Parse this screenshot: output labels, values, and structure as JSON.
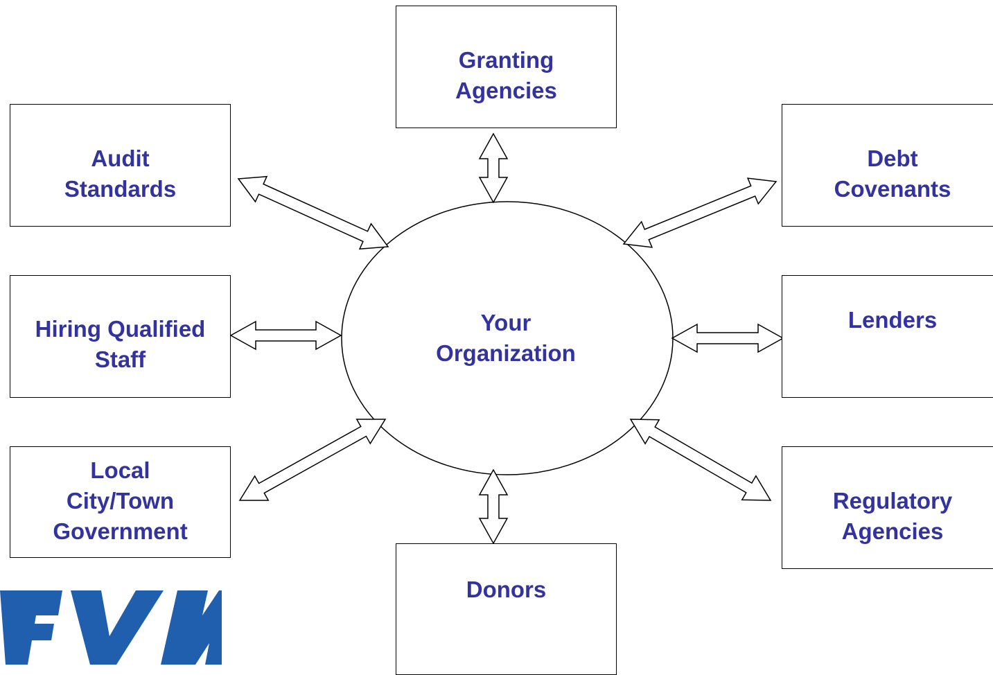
{
  "diagram": {
    "center": {
      "label": "Your\nOrganization"
    },
    "nodes": [
      {
        "id": "granting-agencies",
        "label": "Granting\nAgencies"
      },
      {
        "id": "audit-standards",
        "label": "Audit\nStandards"
      },
      {
        "id": "debt-covenants",
        "label": "Debt\nCovenants"
      },
      {
        "id": "hiring-qualified-staff",
        "label": "Hiring Qualified\nStaff"
      },
      {
        "id": "lenders",
        "label": "Lenders"
      },
      {
        "id": "local-government",
        "label": "Local\nCity/Town\nGovernment"
      },
      {
        "id": "regulatory-agencies",
        "label": "Regulatory\nAgencies"
      },
      {
        "id": "donors",
        "label": "Donors"
      }
    ]
  },
  "colors": {
    "label_text": "#3333a0",
    "logo": "#1f5fae",
    "stroke": "#000000"
  }
}
